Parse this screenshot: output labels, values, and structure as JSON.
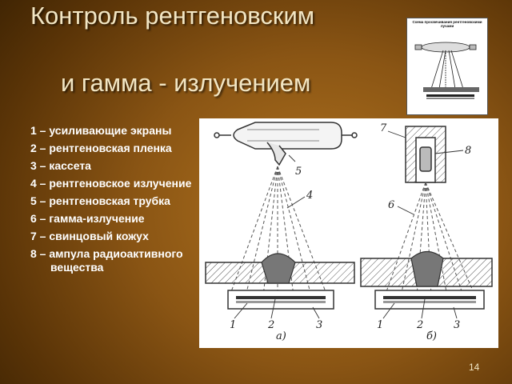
{
  "title": {
    "line1": "Контроль рентгеновским",
    "line2": "и гамма - излучением"
  },
  "thumbnail": {
    "caption": "Схема просвечивания рентгеновскими лучами"
  },
  "legend": [
    "1 – усиливающие экраны",
    "2 – рентгеновская пленка",
    "3 – кассета",
    "4 – рентгеновское излучение",
    "5 – рентгеновская трубка",
    "6 – гамма-излучение",
    "7 – свинцовый кожух",
    "8 – ампула радиоактивного вещества"
  ],
  "diagram": {
    "labels": {
      "n1a": "1",
      "n2a": "2",
      "n3a": "3",
      "n4": "4",
      "n5": "5",
      "n1b": "1",
      "n2b": "2",
      "n3b": "3",
      "n6": "6",
      "n7": "7",
      "n8": "8",
      "fig_a": "а)",
      "fig_b": "б)"
    }
  },
  "page_number": "14"
}
